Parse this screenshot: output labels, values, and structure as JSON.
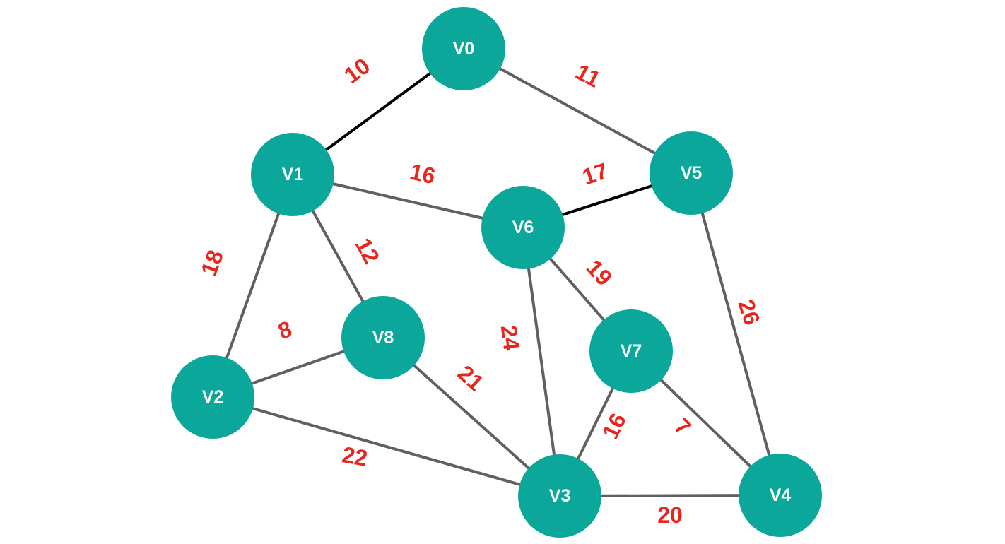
{
  "colors": {
    "node_fill": "#0aa79a",
    "node_text": "#ffffff",
    "edge": "#606060",
    "edge_highlight": "#000000",
    "weight_text": "#e8261d"
  },
  "nodes": [
    {
      "id": "V0",
      "label": "V0"
    },
    {
      "id": "V1",
      "label": "V1"
    },
    {
      "id": "V2",
      "label": "V2"
    },
    {
      "id": "V3",
      "label": "V3"
    },
    {
      "id": "V4",
      "label": "V4"
    },
    {
      "id": "V5",
      "label": "V5"
    },
    {
      "id": "V6",
      "label": "V6"
    },
    {
      "id": "V7",
      "label": "V7"
    },
    {
      "id": "V8",
      "label": "V8"
    }
  ],
  "edges": [
    {
      "from": "V0",
      "to": "V1",
      "weight": "10",
      "highlighted": true
    },
    {
      "from": "V0",
      "to": "V5",
      "weight": "11",
      "highlighted": false
    },
    {
      "from": "V1",
      "to": "V6",
      "weight": "16",
      "highlighted": false
    },
    {
      "from": "V5",
      "to": "V6",
      "weight": "17",
      "highlighted": true
    },
    {
      "from": "V1",
      "to": "V2",
      "weight": "18",
      "highlighted": false
    },
    {
      "from": "V1",
      "to": "V8",
      "weight": "12",
      "highlighted": false
    },
    {
      "from": "V6",
      "to": "V7",
      "weight": "19",
      "highlighted": false
    },
    {
      "from": "V5",
      "to": "V4",
      "weight": "26",
      "highlighted": false
    },
    {
      "from": "V2",
      "to": "V8",
      "weight": "8",
      "highlighted": false
    },
    {
      "from": "V6",
      "to": "V3",
      "weight": "24",
      "highlighted": false
    },
    {
      "from": "V8",
      "to": "V3",
      "weight": "21",
      "highlighted": false
    },
    {
      "from": "V7",
      "to": "V3",
      "weight": "16",
      "highlighted": false
    },
    {
      "from": "V7",
      "to": "V4",
      "weight": "7",
      "highlighted": false
    },
    {
      "from": "V2",
      "to": "V3",
      "weight": "22",
      "highlighted": false
    },
    {
      "from": "V3",
      "to": "V4",
      "weight": "20",
      "highlighted": false
    }
  ]
}
